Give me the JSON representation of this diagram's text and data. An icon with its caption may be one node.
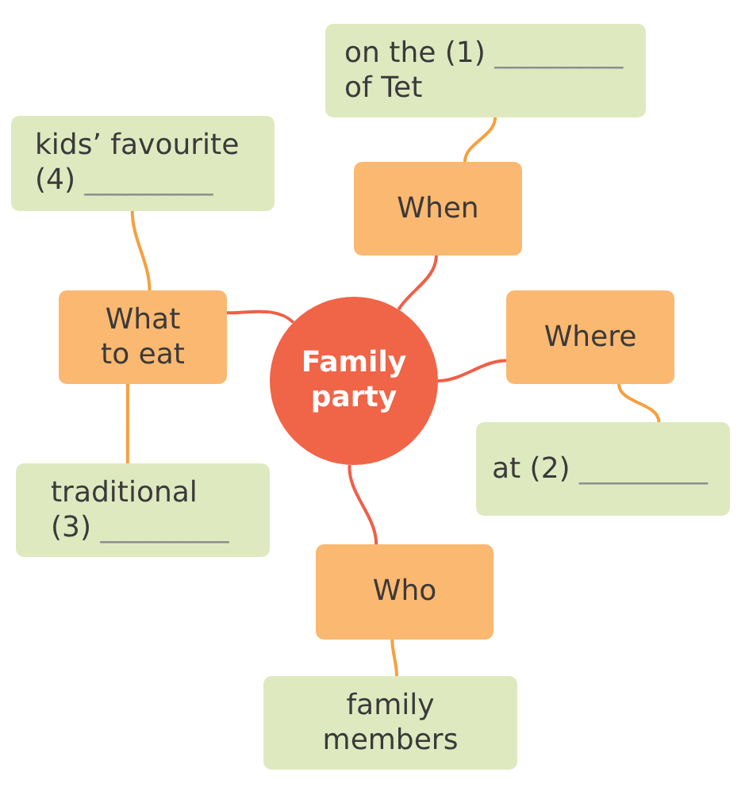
{
  "diagram": {
    "nodes": [
      {
        "text": [
          "Family party"
        ]
      },
      {
        "text": [
          "When"
        ]
      },
      {
        "text": [
          "on the (1) _________ of Tet"
        ]
      },
      {
        "text": [
          "Where"
        ]
      },
      {
        "text": [
          "at (2) _________"
        ]
      },
      {
        "text": [
          "Who"
        ]
      },
      {
        "text": [
          "family members"
        ]
      },
      {
        "text": [
          "What to eat"
        ]
      },
      {
        "text": [
          "traditional (3) _________"
        ]
      },
      {
        "text": [
          "kids’ favourite (4) _________"
        ]
      }
    ],
    "edges": [
      {
        "from": 0,
        "to": 1,
        "arrow": "none",
        "color": "#ef5f48"
      },
      {
        "from": 1,
        "to": 2,
        "arrow": "none"
      },
      {
        "from": 0,
        "to": 3,
        "arrow": "none",
        "color": "#ef5f48"
      },
      {
        "from": 3,
        "to": 4,
        "arrow": "none"
      },
      {
        "from": 0,
        "to": 5,
        "arrow": "none",
        "color": "#ef5f48"
      },
      {
        "from": 5,
        "to": 6,
        "arrow": "none"
      },
      {
        "from": 0,
        "to": 7,
        "arrow": "none",
        "color": "#ef5f48"
      },
      {
        "from": 7,
        "to": 8,
        "arrow": "none"
      },
      {
        "from": 7,
        "to": 9,
        "arrow": "none"
      }
    ]
  }
}
